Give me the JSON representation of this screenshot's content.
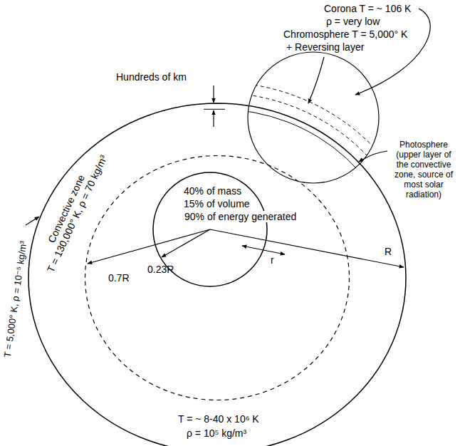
{
  "diagram": {
    "labels": [
      "Corona T = ~ 106 K",
      "ρ = very low",
      "Chromosphere T = 5,000° K",
      "+ Reversing layer",
      "Hundreds of km",
      "T = 5,000° K, ρ = 10⁻⁵ kg/m³",
      "Convective zone",
      "T = 130,000° K, ρ = 70 kg/m³",
      "Photosphere (upper layer of the convective zone, source of most solar radiation)",
      "40% of mass",
      "15% of volume",
      "90% of energy generated",
      "0.23R",
      "r",
      "R",
      "0.7R",
      "T = ~ 8-40 x 10⁶ K",
      "ρ = 10⁵ kg/m³"
    ]
  }
}
